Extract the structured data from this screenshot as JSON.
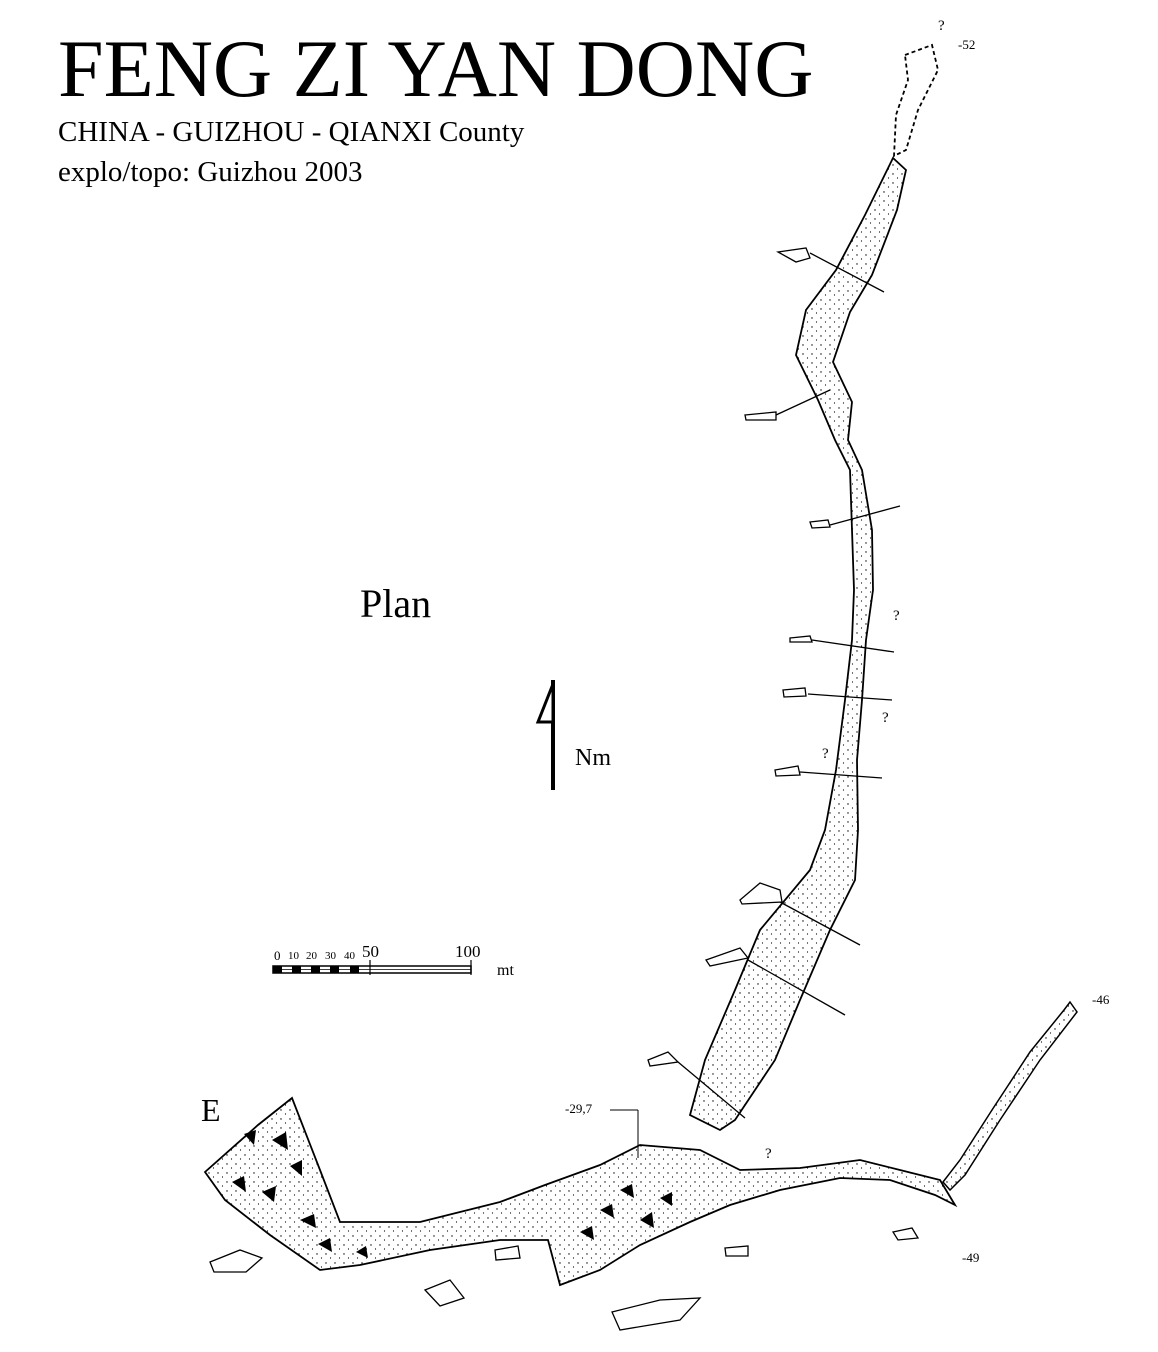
{
  "header": {
    "title": "FENG ZI YAN DONG",
    "subtitle": "CHINA - GUIZHOU - QIANXI County",
    "credits": "explo/topo: Guizhou 2003"
  },
  "map": {
    "view_label": "Plan",
    "north_label": "Nm",
    "entrance_label": "E",
    "depths": {
      "top": "-52",
      "mid": "-29,7",
      "right_top": "-46",
      "right_bottom": "-49"
    },
    "question_marks": [
      "?",
      "?",
      "?",
      "?",
      "?"
    ]
  },
  "scale_bar": {
    "ticks": [
      "0",
      "10",
      "20",
      "30",
      "40"
    ],
    "major": [
      "50",
      "100"
    ],
    "unit": "mt"
  }
}
